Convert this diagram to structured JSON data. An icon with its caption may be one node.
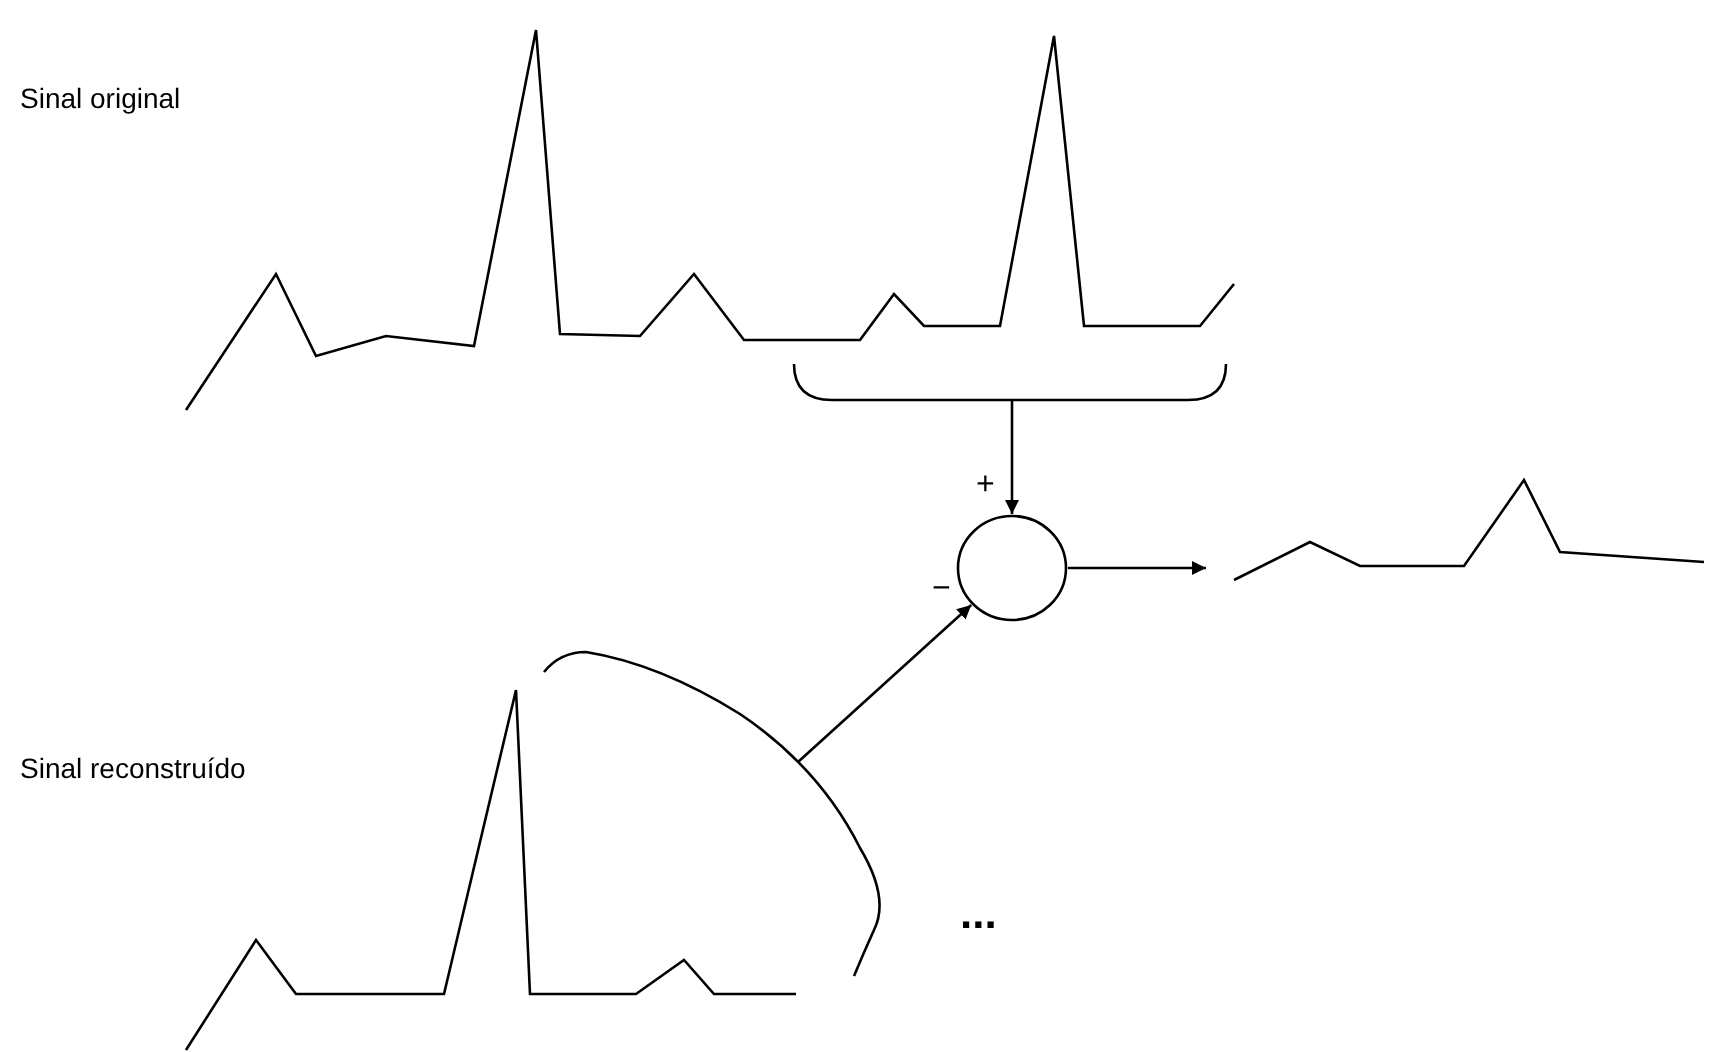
{
  "diagram": {
    "nodes": [
      {
        "text": [],
        "shape": "bracket"
      },
      {
        "text": [],
        "shape": "circle",
        "beside": [
          "+",
          "−"
        ]
      },
      {
        "text": [],
        "shape": "picture"
      },
      {
        "text": [],
        "shape": "bracket"
      }
    ],
    "edges": [
      {
        "from": 0,
        "to": 1,
        "arrow": "to"
      },
      {
        "from": 3,
        "to": 1,
        "arrow": "to"
      },
      {
        "from": 1,
        "to": 2,
        "arrow": "to"
      }
    ],
    "labels": [
      "Sinal original",
      "Sinal reconstruído",
      "..."
    ]
  }
}
